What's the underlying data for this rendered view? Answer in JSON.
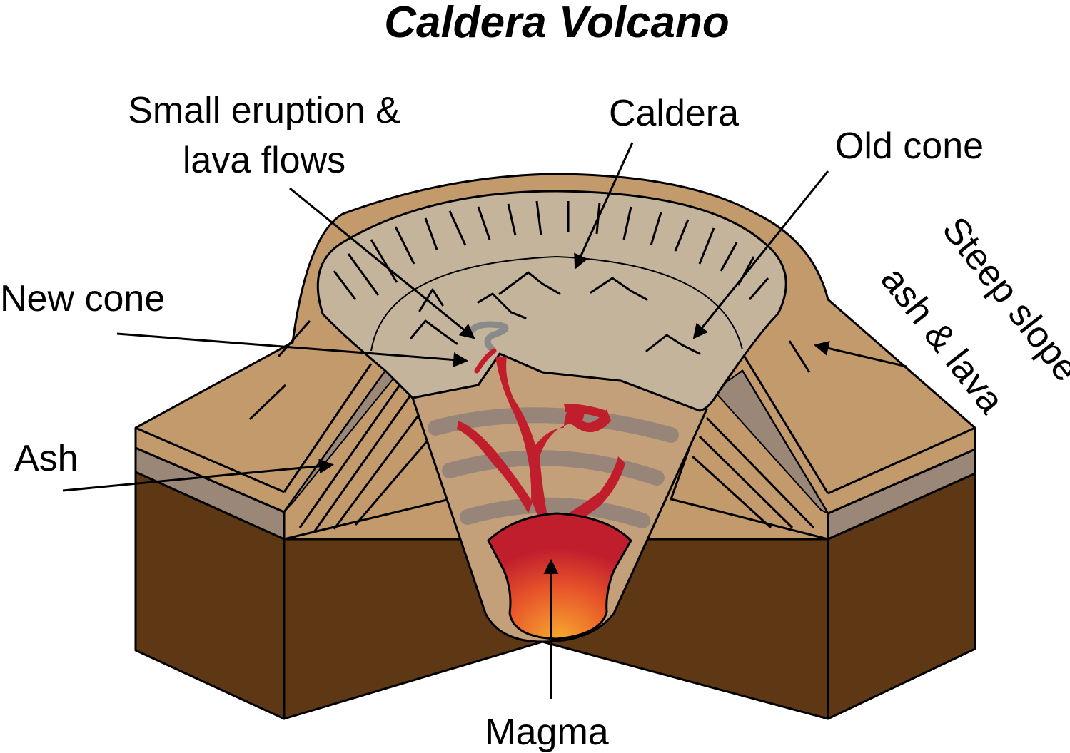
{
  "title": "Caldera Volcano",
  "labels": {
    "small_eruption_line1": "Small eruption &",
    "small_eruption_line2": "lava flows",
    "caldera": "Caldera",
    "old_cone": "Old cone",
    "new_cone": "New cone",
    "steep_slope_line1": "Steep slope of",
    "steep_slope_line2": "ash & lava",
    "ash": "Ash",
    "magma": "Magma"
  },
  "colors": {
    "soil": "#5e3714",
    "ash_layer": "#9b8778",
    "cone_surface": "#c29a6b",
    "caldera_floor": "#c4b49c",
    "magma": "#c01e2d",
    "magma_hot": "#f7a82e",
    "smoke": "#8a8a8a"
  }
}
